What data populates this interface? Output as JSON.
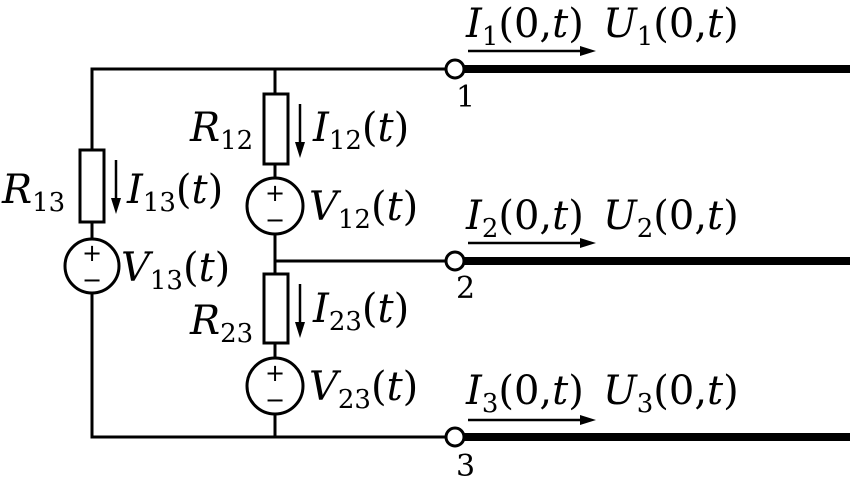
{
  "resistors": {
    "r13": {
      "letter": "R",
      "sub": "13"
    },
    "r12": {
      "letter": "R",
      "sub": "12"
    },
    "r23": {
      "letter": "R",
      "sub": "23"
    }
  },
  "currents": {
    "i13": {
      "letter": "I",
      "sub": "13",
      "arg": "(",
      "argv": "t",
      "close": ")"
    },
    "i12": {
      "letter": "I",
      "sub": "12",
      "arg": "(",
      "argv": "t",
      "close": ")"
    },
    "i23": {
      "letter": "I",
      "sub": "23",
      "arg": "(",
      "argv": "t",
      "close": ")"
    }
  },
  "sources": {
    "v13": {
      "letter": "V",
      "sub": "13",
      "arg": "(",
      "argv": "t",
      "close": ")",
      "plus": "+",
      "minus": "−"
    },
    "v12": {
      "letter": "V",
      "sub": "12",
      "arg": "(",
      "argv": "t",
      "close": ")",
      "plus": "+",
      "minus": "−"
    },
    "v23": {
      "letter": "V",
      "sub": "23",
      "arg": "(",
      "argv": "t",
      "close": ")",
      "plus": "+",
      "minus": "−"
    }
  },
  "terminals": [
    {
      "number": "1",
      "i": {
        "letter": "I",
        "sub": "1",
        "arg": "(0,",
        "argv": "t",
        "close": ")"
      },
      "u": {
        "letter": "U",
        "sub": "1",
        "arg": "(0,",
        "argv": "t",
        "close": ")"
      }
    },
    {
      "number": "2",
      "i": {
        "letter": "I",
        "sub": "2",
        "arg": "(0,",
        "argv": "t",
        "close": ")"
      },
      "u": {
        "letter": "U",
        "sub": "2",
        "arg": "(0,",
        "argv": "t",
        "close": ")"
      }
    },
    {
      "number": "3",
      "i": {
        "letter": "I",
        "sub": "3",
        "arg": "(0,",
        "argv": "t",
        "close": ")"
      },
      "u": {
        "letter": "U",
        "sub": "3",
        "arg": "(0,",
        "argv": "t",
        "close": ")"
      }
    }
  ]
}
